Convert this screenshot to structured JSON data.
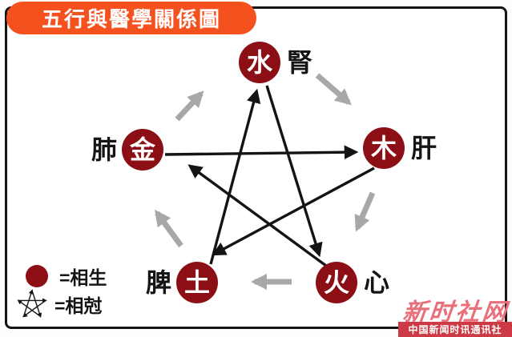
{
  "title": "五行與醫學關係圖",
  "colors": {
    "banner": "#F4511E",
    "node": "#8C0F16",
    "arrow_generation": "#A8A8A8",
    "arrow_overcoming": "#141414",
    "watermark_pink": "#E8707A",
    "watermark_red": "#CC3B45"
  },
  "nodes": [
    {
      "id": "water",
      "element": "水",
      "organ": "腎"
    },
    {
      "id": "wood",
      "element": "木",
      "organ": "肝"
    },
    {
      "id": "fire",
      "element": "火",
      "organ": "心"
    },
    {
      "id": "earth",
      "element": "土",
      "organ": "脾"
    },
    {
      "id": "metal",
      "element": "金",
      "organ": "肺"
    }
  ],
  "legend": [
    {
      "symbol": "filled-circle",
      "label": "=相生"
    },
    {
      "symbol": "arrow-star",
      "label": "=相尅"
    }
  ],
  "cycles": {
    "generation": [
      "水→木",
      "木→火",
      "火→土",
      "土→金",
      "金→水"
    ],
    "overcoming": [
      "水→火",
      "火→金",
      "金→木",
      "木→土",
      "土→水"
    ]
  },
  "watermark": {
    "logo": "新时社网",
    "subtitle": "中国新闻时讯通讯社"
  }
}
